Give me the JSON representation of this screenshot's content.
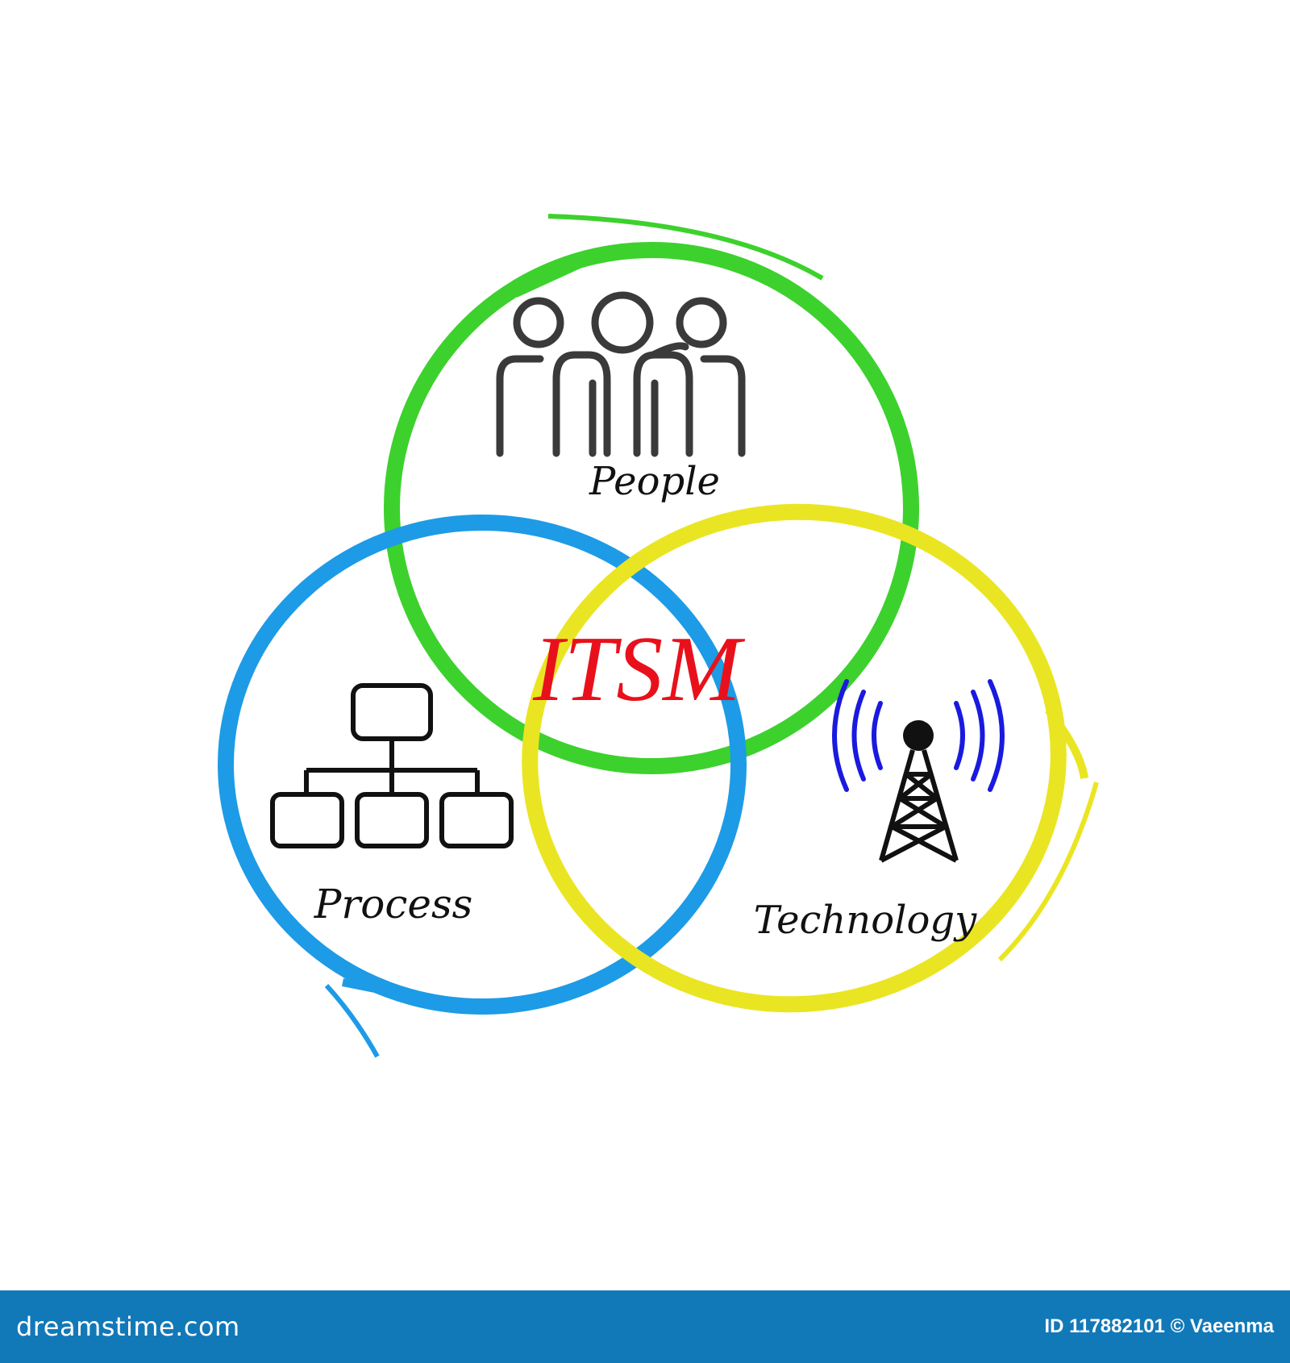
{
  "diagram": {
    "center_label": "ITSM",
    "nodes": [
      {
        "id": "people",
        "label": "People",
        "icon": "people-icon",
        "ring_color": "#3dd12d"
      },
      {
        "id": "process",
        "label": "Process",
        "icon": "hierarchy-chart-icon",
        "ring_color": "#1d9be6"
      },
      {
        "id": "technology",
        "label": "Technology",
        "icon": "radio-tower-icon",
        "ring_color": "#eae522"
      }
    ],
    "colors": {
      "center_label": "#e8111b",
      "icon_stroke": "#3a3a3a",
      "signal_waves": "#1a1adf"
    }
  },
  "footer": {
    "brand": "dreamstime.com",
    "credit": "ID 117882101 © Vaeenma",
    "background": "#1279b8"
  }
}
